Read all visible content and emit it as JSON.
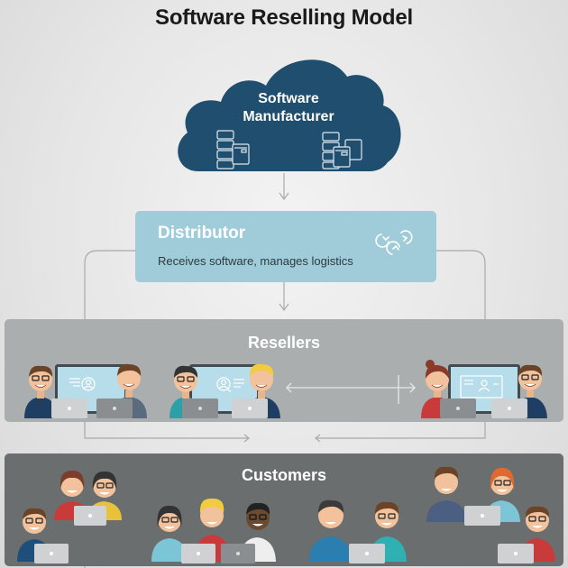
{
  "title": "Software Reselling Model",
  "manufacturer": {
    "label_line1": "Software",
    "label_line2": "Manufacturer",
    "color": "#1f4e6e",
    "icons": [
      "server-stack-icon",
      "server-stack-with-windows-icon"
    ]
  },
  "distributor": {
    "title": "Distributor",
    "description": "Receives software, manages logistics",
    "color": "#9fccd8",
    "icon": "logistics-cycle-icon"
  },
  "resellers": {
    "title": "Resellers",
    "color": "#abaeaf",
    "groups": [
      {
        "people": 2,
        "screen_icon": "user-profile-icon"
      },
      {
        "people": 2,
        "screen_icon": "user-search-icon"
      },
      {
        "people": 2,
        "screen_icon": "contact-card-icon"
      }
    ]
  },
  "customers": {
    "title": "Customers",
    "color": "#6b6e6e",
    "groups": [
      {
        "people": 3
      },
      {
        "people": 3
      },
      {
        "people": 2
      },
      {
        "people": 3
      }
    ]
  },
  "connectors": {
    "line_color": "#a9a9a9",
    "flows": [
      "manufacturer-to-distributor",
      "distributor-to-resellers",
      "distributor-left-branch-to-resellers",
      "distributor-right-branch-to-resellers",
      "resellers-bidirectional",
      "resellers-to-customers-left",
      "resellers-to-customers-right"
    ]
  }
}
